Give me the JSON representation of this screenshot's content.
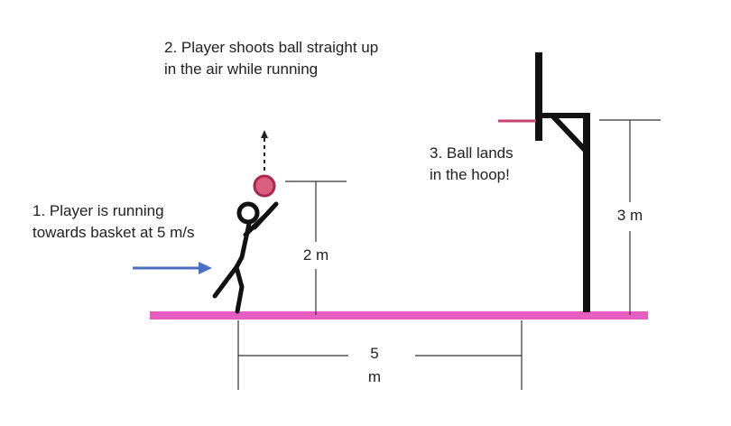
{
  "annotations": {
    "step1": "1. Player is running\ntowards basket at 5 m/s",
    "step2": "2. Player shoots ball straight up\nin the air while running",
    "step3": "3. Ball lands\nin the hoop!"
  },
  "measurements": {
    "ball_height": "2 m",
    "hoop_height": "3 m",
    "distance_number": "5",
    "distance_unit": "m"
  },
  "colors": {
    "ground": "#e55ec0",
    "ball_fill": "#d9607f",
    "ball_stroke": "#a8284e",
    "rim": "#c2446f",
    "arrow": "#4a6fc4",
    "ink": "#111111",
    "dim_line": "#333333"
  }
}
